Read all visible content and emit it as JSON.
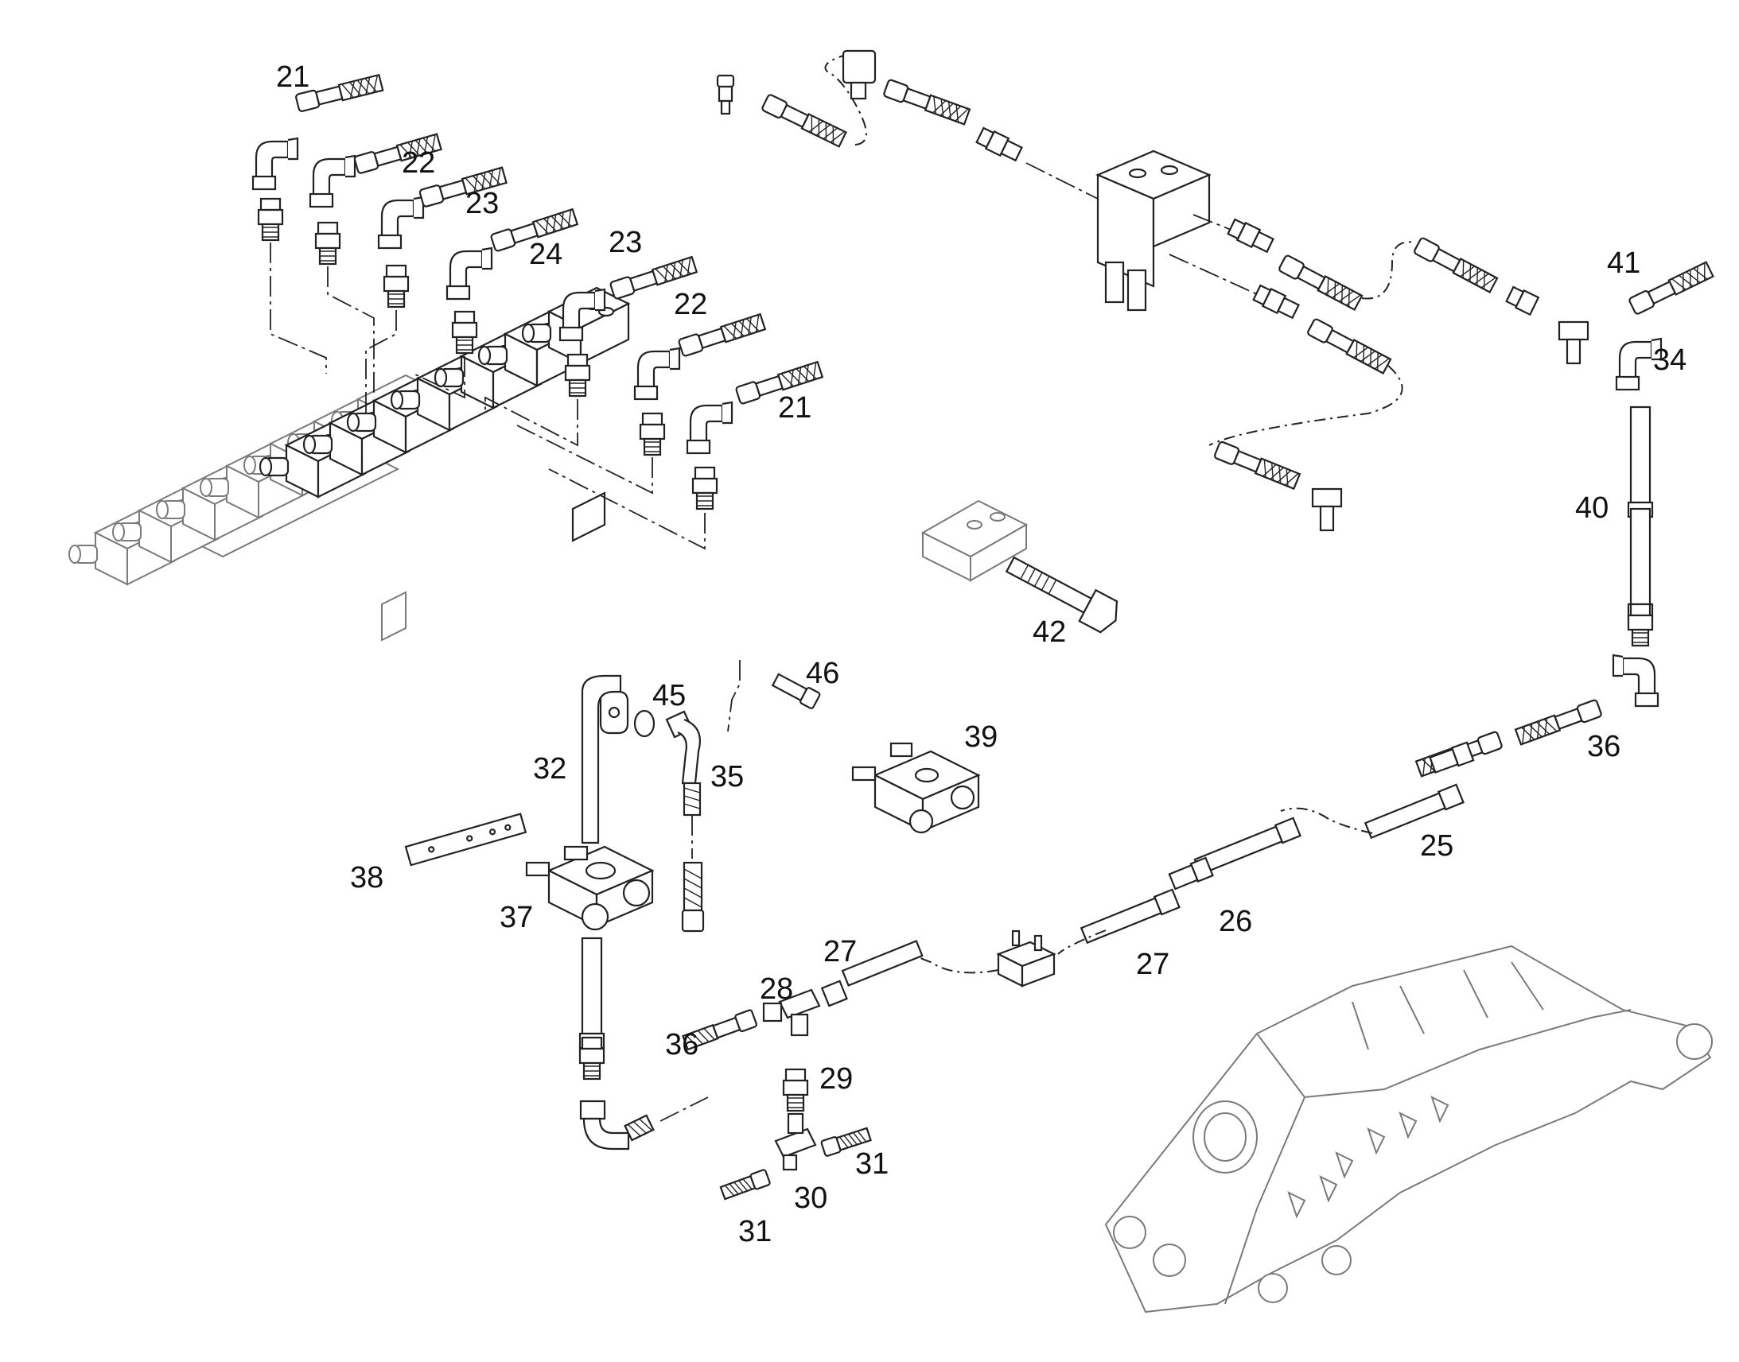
{
  "callouts": [
    {
      "id": "c21a",
      "text": "21"
    },
    {
      "id": "c22a",
      "text": "22"
    },
    {
      "id": "c23a",
      "text": "23"
    },
    {
      "id": "c24",
      "text": "24"
    },
    {
      "id": "c23b",
      "text": "23"
    },
    {
      "id": "c22b",
      "text": "22"
    },
    {
      "id": "c21b",
      "text": "21"
    },
    {
      "id": "c41",
      "text": "41"
    },
    {
      "id": "c34",
      "text": "34"
    },
    {
      "id": "c40",
      "text": "40"
    },
    {
      "id": "c42",
      "text": "42"
    },
    {
      "id": "c46",
      "text": "46"
    },
    {
      "id": "c45",
      "text": "45"
    },
    {
      "id": "c39",
      "text": "39"
    },
    {
      "id": "c32",
      "text": "32"
    },
    {
      "id": "c35",
      "text": "35"
    },
    {
      "id": "c36a",
      "text": "36"
    },
    {
      "id": "c25",
      "text": "25"
    },
    {
      "id": "c38",
      "text": "38"
    },
    {
      "id": "c37",
      "text": "37"
    },
    {
      "id": "c26",
      "text": "26"
    },
    {
      "id": "c27a",
      "text": "27"
    },
    {
      "id": "c27b",
      "text": "27"
    },
    {
      "id": "c28",
      "text": "28"
    },
    {
      "id": "c36b",
      "text": "36"
    },
    {
      "id": "c29",
      "text": "29"
    },
    {
      "id": "c31a",
      "text": "31"
    },
    {
      "id": "c30",
      "text": "30"
    },
    {
      "id": "c31b",
      "text": "31"
    }
  ]
}
